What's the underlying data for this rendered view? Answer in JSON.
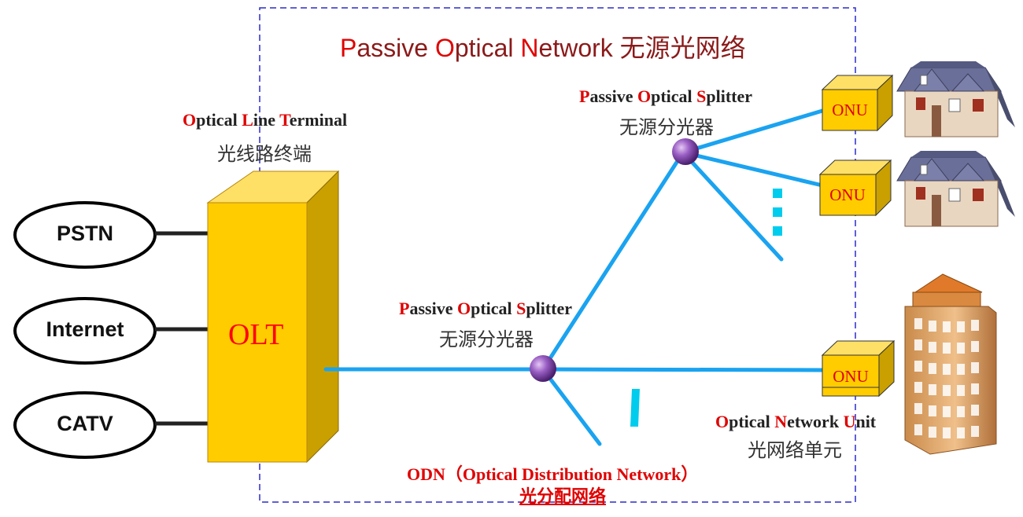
{
  "title": {
    "p1": "P",
    "p2": "assive ",
    "p3": "O",
    "p4": "ptical ",
    "p5": "N",
    "p6": "etwork",
    "zh": "无源光网络"
  },
  "sources": [
    "PSTN",
    "Internet",
    "CATV"
  ],
  "olt": {
    "en": {
      "a": "O",
      "b": "ptical ",
      "c": "L",
      "d": "ine ",
      "e": "T",
      "f": "erminal"
    },
    "zh": "光线路终端",
    "box_label": "OLT"
  },
  "splitter_top": {
    "en": {
      "a": "P",
      "b": "assive ",
      "c": "O",
      "d": "ptical ",
      "e": "S",
      "f": "plitter"
    },
    "zh": "无源分光器"
  },
  "splitter_mid": {
    "en": {
      "a": "P",
      "b": "assive ",
      "c": "O",
      "d": "ptical ",
      "e": "S",
      "f": "plitter"
    },
    "zh": "无源分光器"
  },
  "onu": {
    "labels": [
      "ONU",
      "ONU",
      "ONU"
    ]
  },
  "onu_caption": {
    "en": {
      "a": "O",
      "b": "ptical ",
      "c": "N",
      "d": "etwork ",
      "e": "U",
      "f": "nit"
    },
    "zh": "光网络单元"
  },
  "odn": {
    "en": "ODN（Optical Distribution Network）",
    "zh": "光分配网络"
  },
  "colors": {
    "fiber": "#1aa3f0",
    "box": "#ffcc00",
    "accent": "#e00000",
    "dashed_border": "#2b2bcc",
    "splitter": "#8a4fb0"
  }
}
